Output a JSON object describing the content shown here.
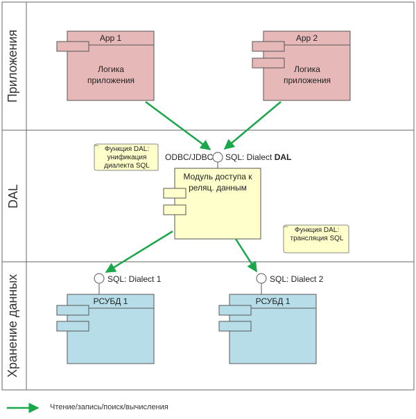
{
  "lanes": {
    "apps": "Приложения",
    "dal": "DAL",
    "storage": "Хранение данных"
  },
  "apps": [
    {
      "title": "App 1",
      "body": "Логика приложения"
    },
    {
      "title": "App 2",
      "body": "Логика приложения"
    }
  ],
  "dal": {
    "module": "Модуль доступа к реляц. данным",
    "port_left": "ODBC/JDBC",
    "port_right_prefix": "SQL: Dialect ",
    "port_right_bold": "DAL",
    "note1": "Функция DAL: унификация диалекта SQL",
    "note2": "Функция DAL: трансляция SQL"
  },
  "storage": [
    {
      "title": "РСУБД 1",
      "port": "SQL: Dialect 1"
    },
    {
      "title": "РСУБД 1",
      "port": "SQL: Dialect 2"
    }
  ],
  "legend": {
    "label": "Чтение/запись/поиск/вычисления"
  },
  "colors": {
    "app_fill": "#e6b8b8",
    "db_fill": "#b7dde8",
    "module_fill": "#ffffcc",
    "note_fill": "#ffffcc",
    "arrow": "#1aa64b"
  }
}
